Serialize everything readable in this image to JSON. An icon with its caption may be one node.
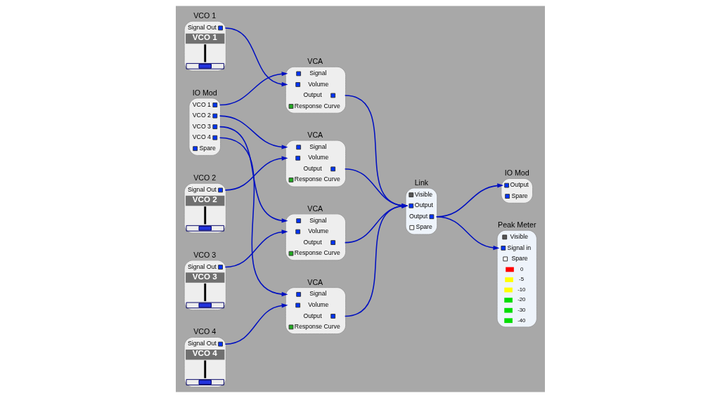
{
  "diagram": {
    "nodes": [
      {
        "text": [
          "IO Mod",
          "VCO 1",
          "VCO 2",
          "VCO 3",
          "VCO 4",
          "Spare"
        ]
      },
      {
        "text": [
          "VCA",
          "Signal",
          "Volume",
          "Output",
          "Response Curve"
        ]
      },
      {
        "text": [
          "VCA",
          "Signal",
          "Volume",
          "Output",
          "Response Curve"
        ]
      },
      {
        "text": [
          "VCA",
          "Signal",
          "Volume",
          "Output",
          "Response Curve"
        ]
      },
      {
        "text": [
          "VCA",
          "Signal",
          "Volume",
          "Output",
          "Response Curve"
        ]
      },
      {
        "text": [
          "VCO 1",
          "Signal Out",
          "VCO 1"
        ]
      },
      {
        "text": [
          "VCO 2",
          "Signal Out",
          "VCO 2"
        ]
      },
      {
        "text": [
          "VCO 3",
          "Signal Out",
          "VCO 3"
        ]
      },
      {
        "text": [
          "VCO 4",
          "Signal Out",
          "VCO 4"
        ]
      },
      {
        "text": [
          "Link",
          "Visible",
          "Output",
          "Output",
          "Spare"
        ]
      },
      {
        "text": [
          "IO Mod",
          "Output",
          "Spare"
        ]
      },
      {
        "text": [
          "Peak Meter",
          "Visible",
          "Signal in",
          "Spare",
          "0",
          "-5",
          "-10",
          "-20",
          "-30",
          "-40"
        ]
      }
    ],
    "edges": [
      {
        "from": 0,
        "to": 1,
        "arrow": "to"
      },
      {
        "from": 0,
        "to": 2,
        "arrow": "to"
      },
      {
        "from": 0,
        "to": 3,
        "arrow": "to"
      },
      {
        "from": 0,
        "to": 4,
        "arrow": "to"
      },
      {
        "from": 5,
        "to": 1,
        "arrow": "to"
      },
      {
        "from": 6,
        "to": 2,
        "arrow": "to"
      },
      {
        "from": 7,
        "to": 3,
        "arrow": "to"
      },
      {
        "from": 8,
        "to": 4,
        "arrow": "to"
      },
      {
        "from": 1,
        "to": 9,
        "arrow": "to"
      },
      {
        "from": 2,
        "to": 9,
        "arrow": "to"
      },
      {
        "from": 3,
        "to": 9,
        "arrow": "to"
      },
      {
        "from": 4,
        "to": 9,
        "arrow": "to"
      },
      {
        "from": 9,
        "to": 10,
        "arrow": "to"
      },
      {
        "from": 9,
        "to": 11,
        "arrow": "to"
      }
    ]
  }
}
